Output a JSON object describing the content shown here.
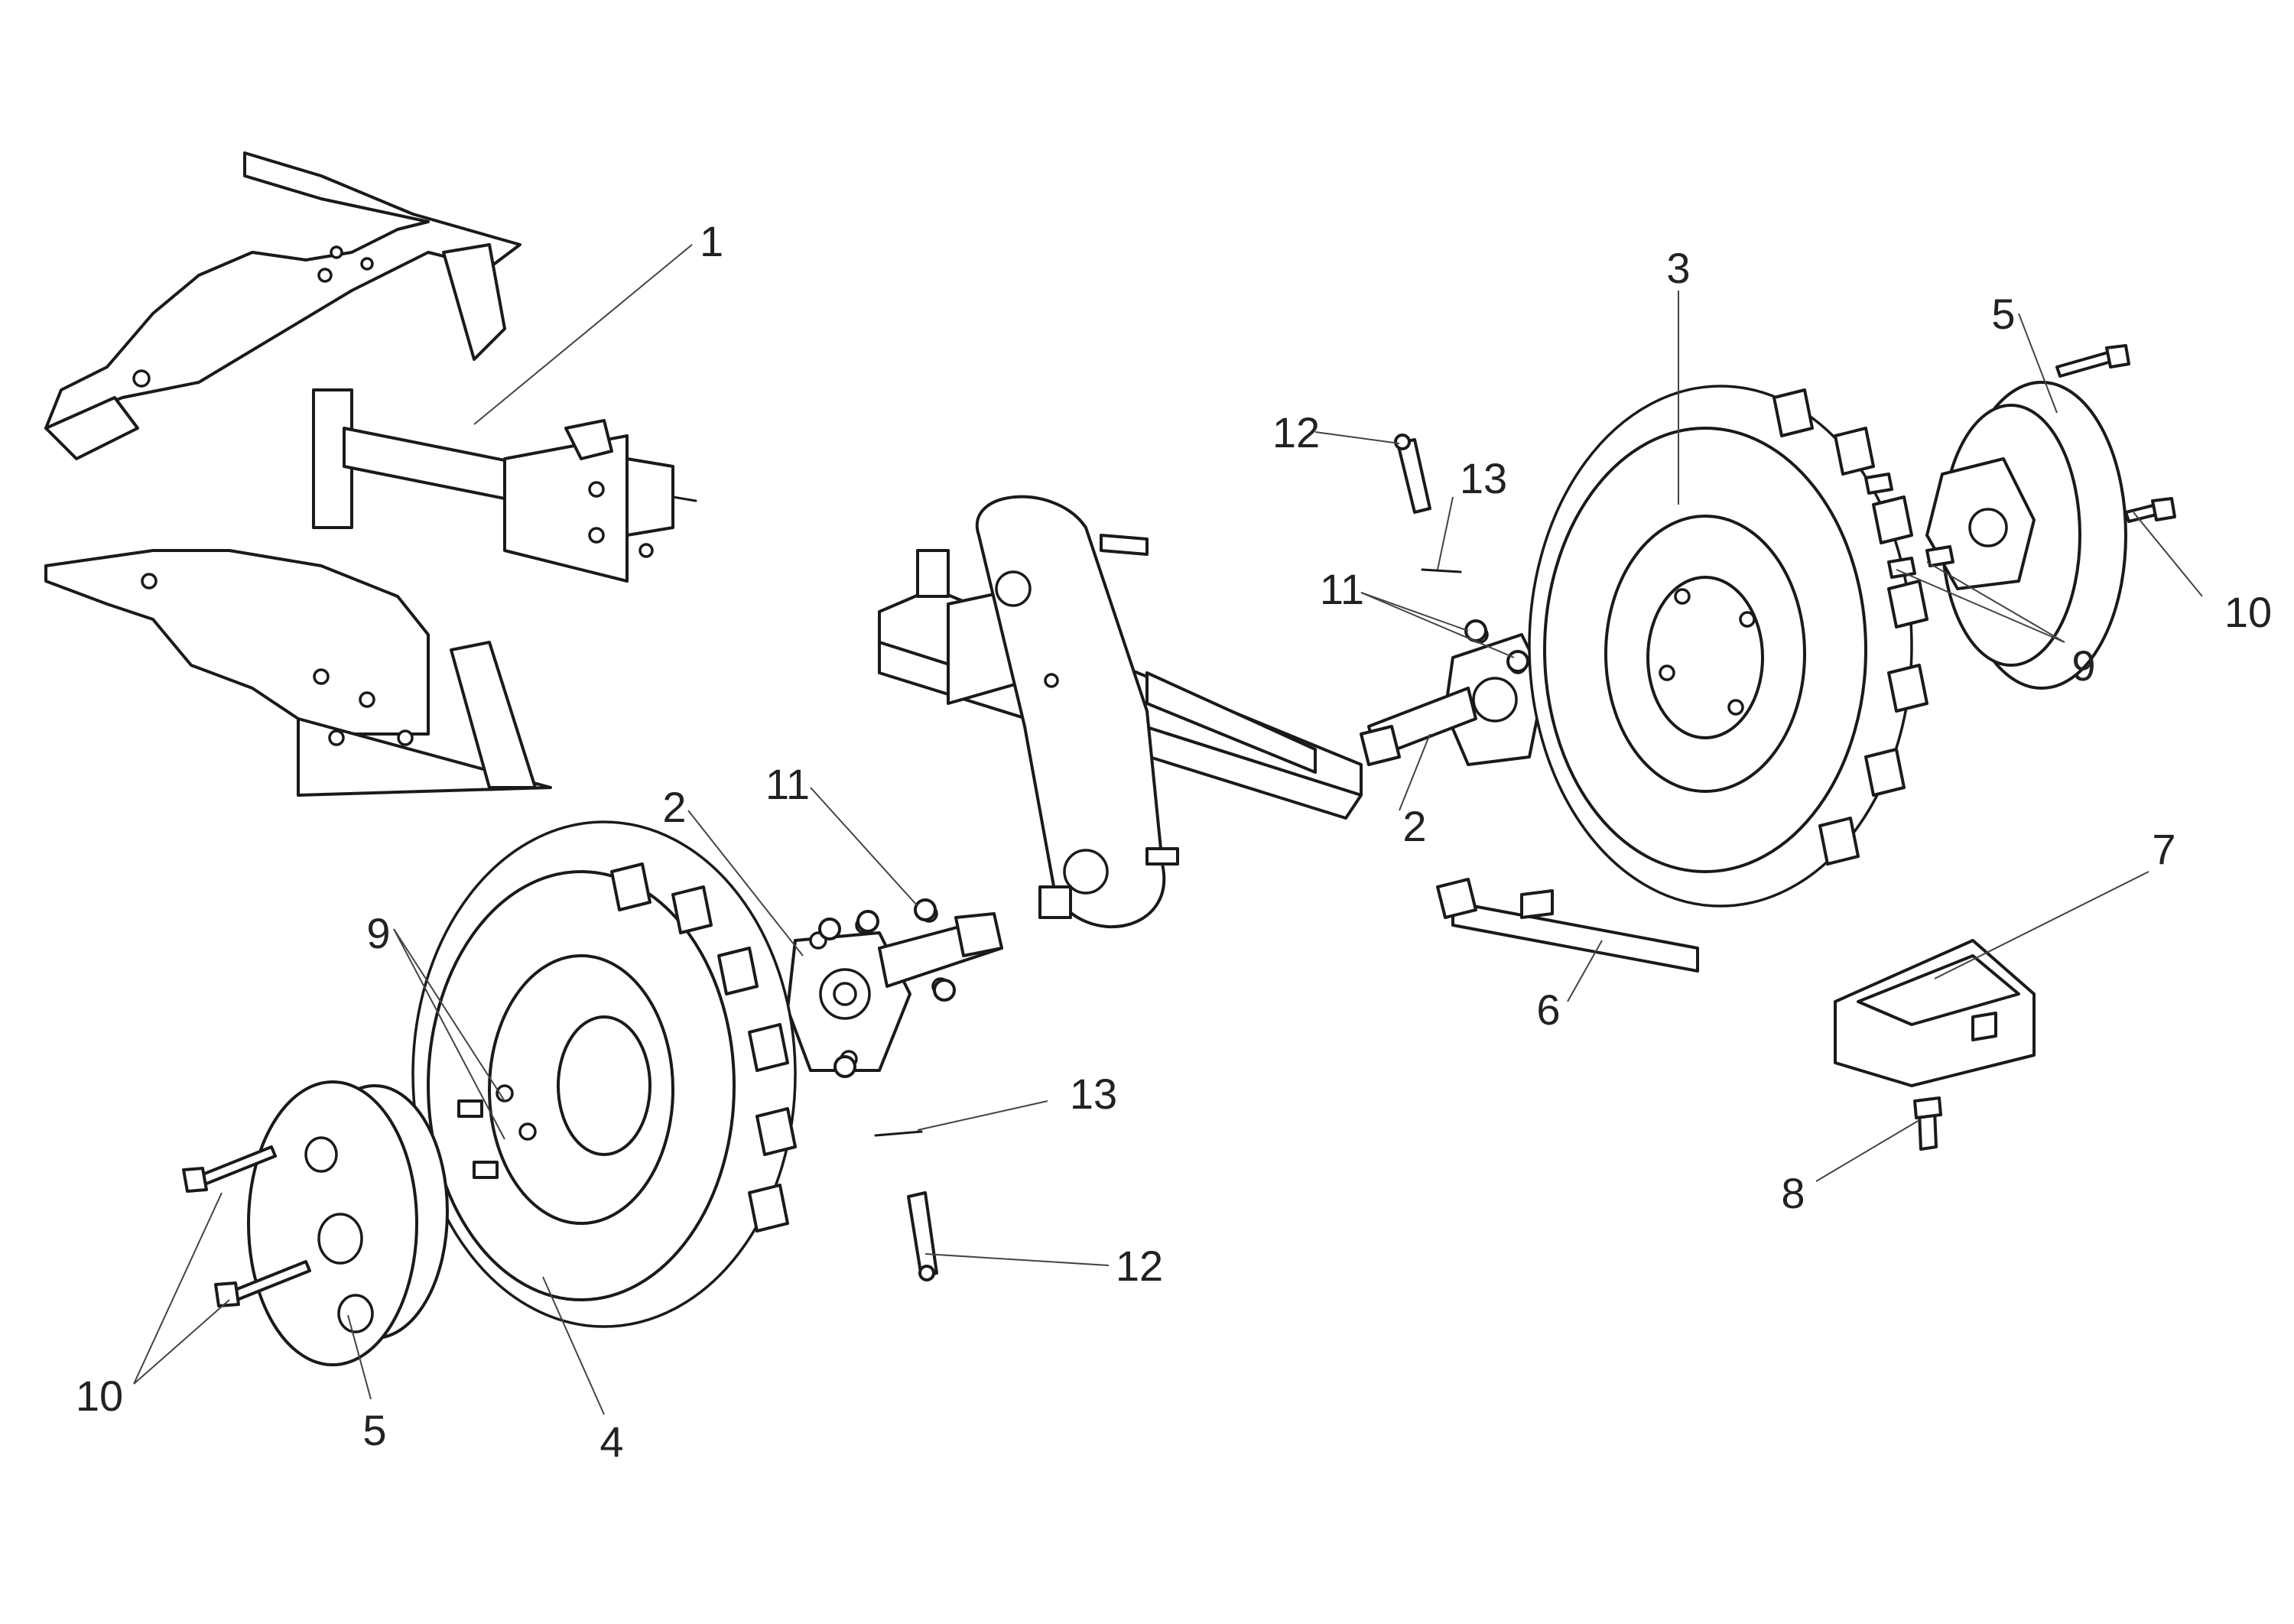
{
  "colors": {
    "line": "#1a1a1a",
    "leader": "#444444",
    "text": "#222222",
    "background": "#ffffff"
  },
  "callouts": [
    {
      "id": "c1",
      "label": "1"
    },
    {
      "id": "c2a",
      "label": "2"
    },
    {
      "id": "c2b",
      "label": "2"
    },
    {
      "id": "c3",
      "label": "3"
    },
    {
      "id": "c4",
      "label": "4"
    },
    {
      "id": "c5a",
      "label": "5"
    },
    {
      "id": "c5b",
      "label": "5"
    },
    {
      "id": "c6",
      "label": "6"
    },
    {
      "id": "c7",
      "label": "7"
    },
    {
      "id": "c8",
      "label": "8"
    },
    {
      "id": "c9a",
      "label": "9"
    },
    {
      "id": "c9b",
      "label": "9"
    },
    {
      "id": "c10a",
      "label": "10"
    },
    {
      "id": "c10b",
      "label": "10"
    },
    {
      "id": "c11a",
      "label": "11"
    },
    {
      "id": "c11b",
      "label": "11"
    },
    {
      "id": "c12a",
      "label": "12"
    },
    {
      "id": "c12b",
      "label": "12"
    },
    {
      "id": "c13a",
      "label": "13"
    },
    {
      "id": "c13b",
      "label": "13"
    }
  ]
}
